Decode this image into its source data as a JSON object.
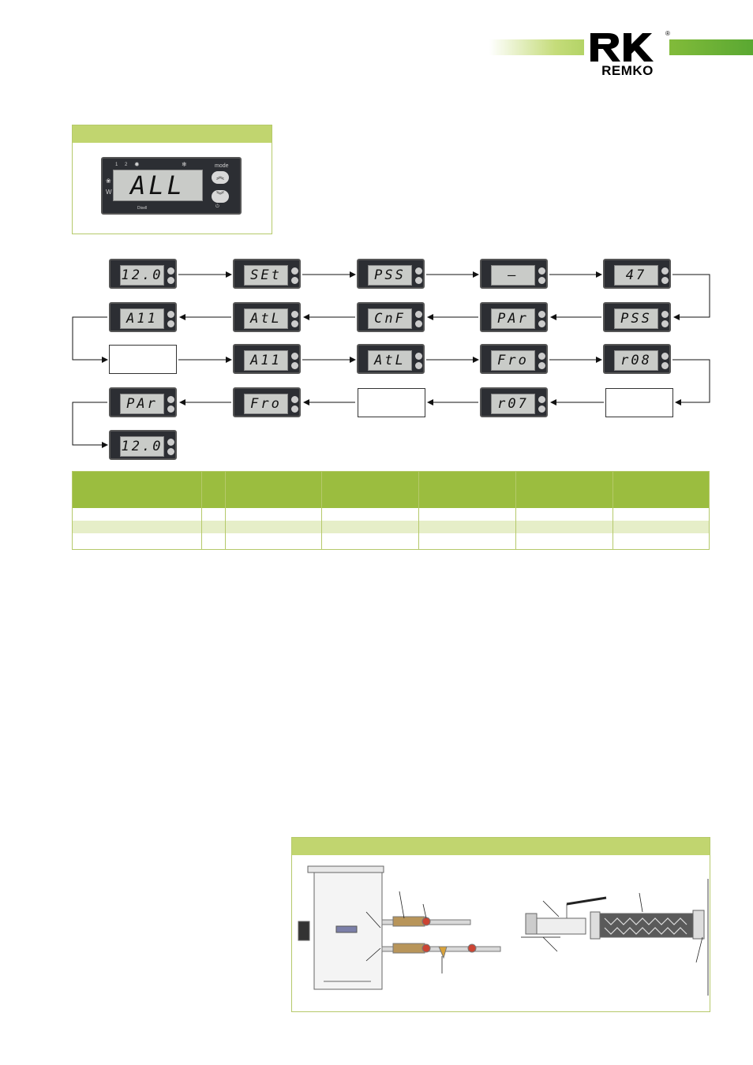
{
  "header": {
    "brand_name": "REMKO",
    "brand_colors": {
      "band_start": "#c5dc7a",
      "band_end": "#5aa832",
      "frame": "#b5c96a"
    }
  },
  "controller_figure": {
    "lcd_text": "ALL",
    "label_mode": "mode",
    "indicator_1": "1",
    "indicator_2": "2",
    "brand_small": "Dixell"
  },
  "flow": {
    "row1": [
      "12.0",
      "SEt",
      "PSS",
      "–",
      "47"
    ],
    "row2": [
      "A11",
      "AtL",
      "CnF",
      "PAr",
      "PSS"
    ],
    "row3": [
      "A11",
      "AtL",
      "Fro",
      "r08"
    ],
    "row4": [
      "PAr",
      "Fro",
      "r07"
    ],
    "row5": [
      "12.0"
    ]
  }
}
